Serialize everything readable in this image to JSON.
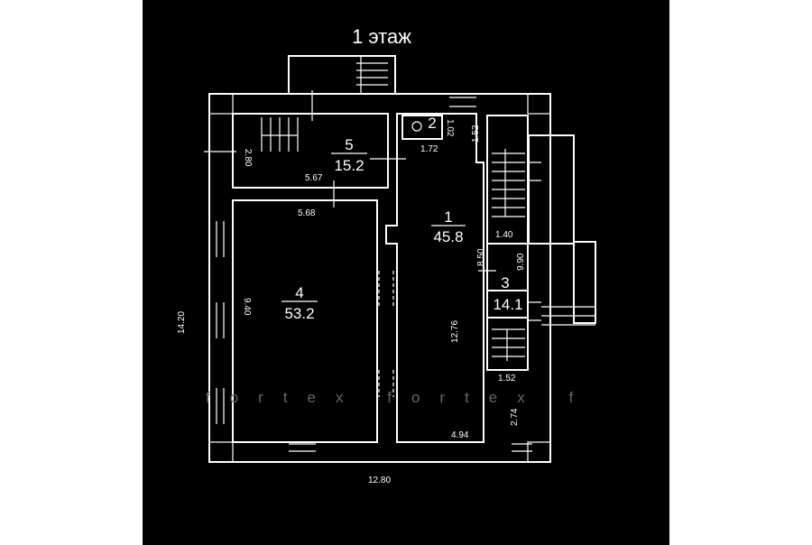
{
  "title": "1 этаж",
  "rooms": [
    {
      "number": "1",
      "area": "45.8"
    },
    {
      "number": "2"
    },
    {
      "number": "3",
      "area": "14.1"
    },
    {
      "number": "4",
      "area": "53.2"
    },
    {
      "number": "5",
      "area": "15.2"
    }
  ],
  "dimensions": {
    "d280": "2.80",
    "d567": "5.67",
    "d568": "5.68",
    "d172": "1.72",
    "d102": "1.02",
    "d152a": "1.52",
    "d140": "1.40",
    "d850": "8.50",
    "d990": "9.90",
    "d1276": "12.76",
    "d152b": "1.52",
    "d274": "2.74",
    "d494": "4.94",
    "d940": "9.40",
    "d1420": "14.20",
    "d1280": "12.80"
  },
  "watermark": "fortex fortex f"
}
